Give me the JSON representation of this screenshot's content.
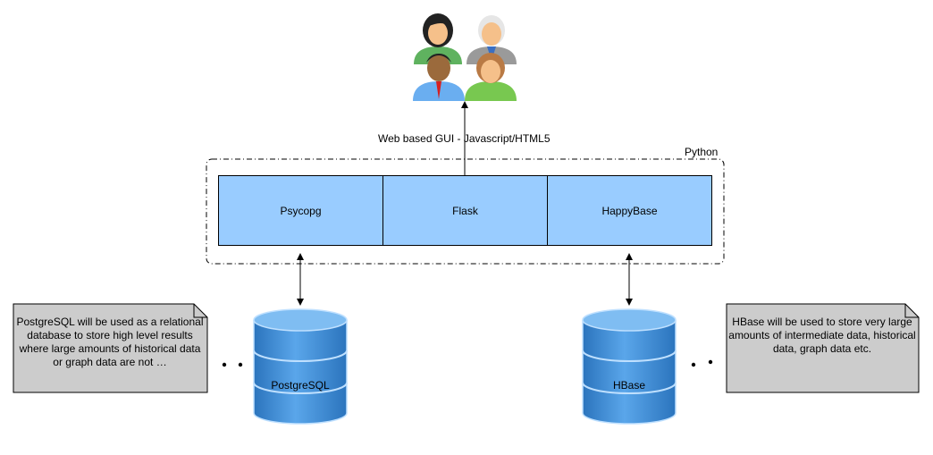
{
  "users": {
    "icon": "users-group-icon"
  },
  "connection_label": "Web based GUI - Javascript/HTML5",
  "container": {
    "label": "Python"
  },
  "modules": [
    {
      "label": "Psycopg"
    },
    {
      "label": "Flask"
    },
    {
      "label": "HappyBase"
    }
  ],
  "databases": [
    {
      "label": "PostgreSQL",
      "color": "#3d8ed8"
    },
    {
      "label": "HBase",
      "color": "#3d8ed8"
    }
  ],
  "notes": {
    "left": "PostgreSQL will be used as a relational database to store high level results where large amounts of historical data or graph data are not …",
    "right": "HBase will be used to store very large amounts of intermediate data, historical data, graph data etc."
  },
  "colors": {
    "module_fill": "#99ccff",
    "note_fill": "#cccccc",
    "db_fill": "#3d8ed8"
  }
}
